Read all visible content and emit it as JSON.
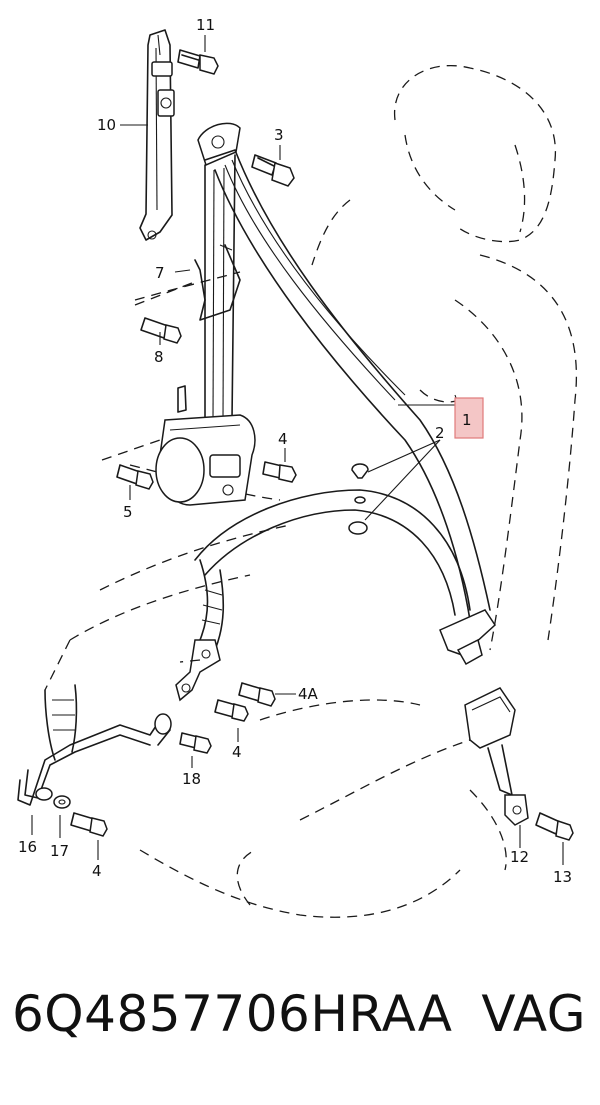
{
  "callouts": {
    "c1": "1",
    "c2": "2",
    "c3": "3",
    "c4a": "4",
    "c4b": "4",
    "c4c": "4",
    "c4A": "4A",
    "c5": "5",
    "c7": "7",
    "c8": "8",
    "c10": "10",
    "c11": "11",
    "c12": "12",
    "c13": "13",
    "c16": "16",
    "c17": "17",
    "c18": "18"
  },
  "highlight": {
    "callout": "1",
    "color": "#f4c6c6",
    "border": "#e07a7a"
  },
  "footer": {
    "part_number": "6Q4857706HRAA",
    "brand": "VAG"
  }
}
